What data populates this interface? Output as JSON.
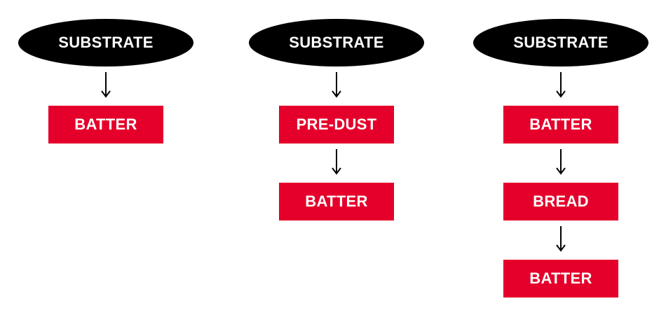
{
  "colors": {
    "ellipse_fill": "#000000",
    "box_fill": "#e4002b",
    "text": "#ffffff",
    "arrow": "#000000"
  },
  "columns": [
    {
      "start": "SUBSTRATE",
      "steps": [
        "BATTER"
      ]
    },
    {
      "start": "SUBSTRATE",
      "steps": [
        "PRE-DUST",
        "BATTER"
      ]
    },
    {
      "start": "SUBSTRATE",
      "steps": [
        "BATTER",
        "BREAD",
        "BATTER"
      ]
    }
  ],
  "arrow_icon": "down-arrow-icon"
}
